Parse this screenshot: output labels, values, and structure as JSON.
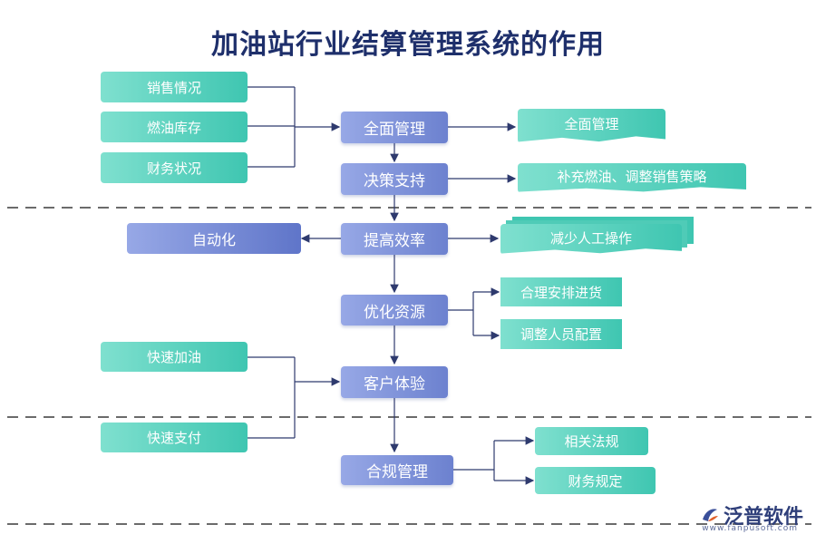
{
  "title": "加油站行业结算管理系统的作用",
  "inputs": [
    "销售情况",
    "燃油库存",
    "财务状况"
  ],
  "main_flow": [
    "全面管理",
    "决策支持",
    "提高效率",
    "优化资源",
    "客户体验",
    "合规管理"
  ],
  "outcomes": {
    "overall_management": "全面管理",
    "decision_support": "补充燃油、调整销售策略",
    "efficiency_left": "自动化",
    "efficiency_right": "减少人工操作",
    "resources": [
      "合理安排进货",
      "调整人员配置"
    ],
    "customer": [
      "快速加油",
      "快速支付"
    ],
    "compliance": [
      "相关法规",
      "财务规定"
    ]
  },
  "logo": {
    "text": "泛普软件",
    "url": "www.fanpusoft.com"
  },
  "colors": {
    "teal": "#3fc6b1",
    "blue": "#6c81cf",
    "line": "#2e3a6e",
    "dash": "#6b6b6b",
    "title": "#1e2f6b"
  }
}
